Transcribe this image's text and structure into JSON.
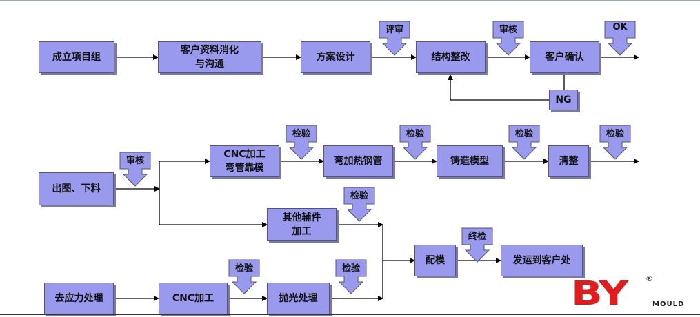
{
  "nodes": {
    "form_team": "成立项目组",
    "customer_info": "客户资料消化\n与沟通",
    "design": "方案设计",
    "structure": "结构整改",
    "confirm": "客户确认",
    "ng": "NG",
    "drawing": "出图、下料",
    "cnc_bend": "CNC加工\n弯管靠模",
    "bend_heat": "弯加热钢管",
    "cast": "铸造模型",
    "finish": "清整",
    "other_parts": "其他辅件\n加工",
    "match": "配模",
    "ship": "发运到客户处",
    "stress": "去应力处理",
    "cnc": "CNC加工",
    "polish": "抛光处理"
  },
  "checks": {
    "review": "评审",
    "audit1": "审核",
    "ok": "OK",
    "audit2": "审核",
    "inspect1": "检验",
    "inspect2": "检验",
    "inspect3": "检验",
    "inspect4": "检验",
    "inspect5": "检验",
    "inspect6": "检验",
    "inspect7": "检验",
    "final": "终检"
  },
  "logo": {
    "text": "BY",
    "reg": "®",
    "sub": "MOULD",
    "color": "#e31b1b"
  },
  "colors": {
    "box": "#9999ee",
    "line": "#000000"
  }
}
